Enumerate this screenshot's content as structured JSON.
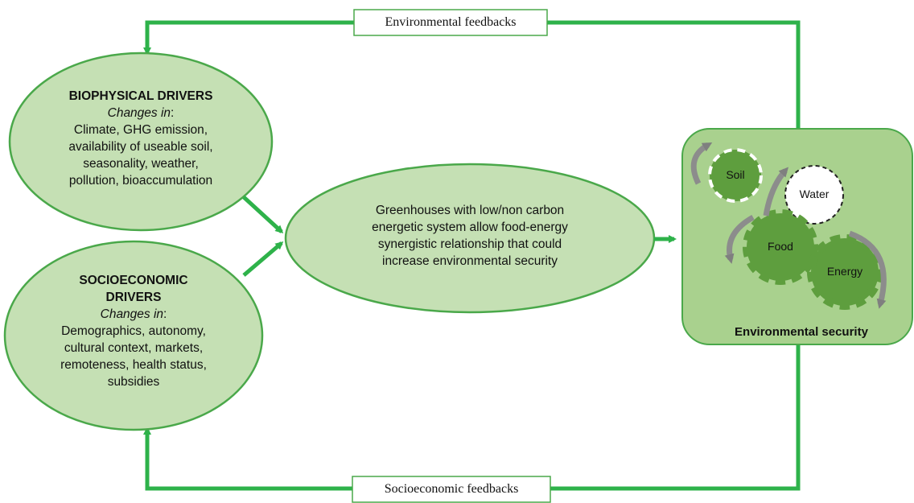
{
  "feedbacks": {
    "top": "Environmental feedbacks",
    "bottom": "Socioeconomic feedbacks"
  },
  "biophysical": {
    "title": "BIOPHYSICAL DRIVERS",
    "changes_in": "Changes in",
    "lines": [
      "Climate, GHG emission,",
      "availability of useable soil,",
      "seasonality, weather,",
      "pollution, bioaccumulation"
    ]
  },
  "socioeconomic": {
    "title_line1": "SOCIOECONOMIC",
    "title_line2": "DRIVERS",
    "changes_in": "Changes in",
    "lines": [
      "Demographics, autonomy,",
      "cultural context, markets,",
      "remoteness, health status,",
      "subsidies"
    ]
  },
  "center": {
    "lines": [
      "Greenhouses with low/non carbon",
      "energetic system allow food-energy",
      "synergistic relationship that could",
      "increase environmental security"
    ]
  },
  "security_panel": {
    "title": "Environmental security",
    "gears": {
      "soil": "Soil",
      "water": "Water",
      "food": "Food",
      "energy": "Energy"
    }
  },
  "colors": {
    "arrow_green": "#2eb24a",
    "ellipse_fill": "#c5e0b4",
    "ellipse_stroke": "#4aa84a",
    "panel_fill": "#a9d18e",
    "gear_fill": "#5e9e3e",
    "gear_dark": "#4b8a2e"
  }
}
